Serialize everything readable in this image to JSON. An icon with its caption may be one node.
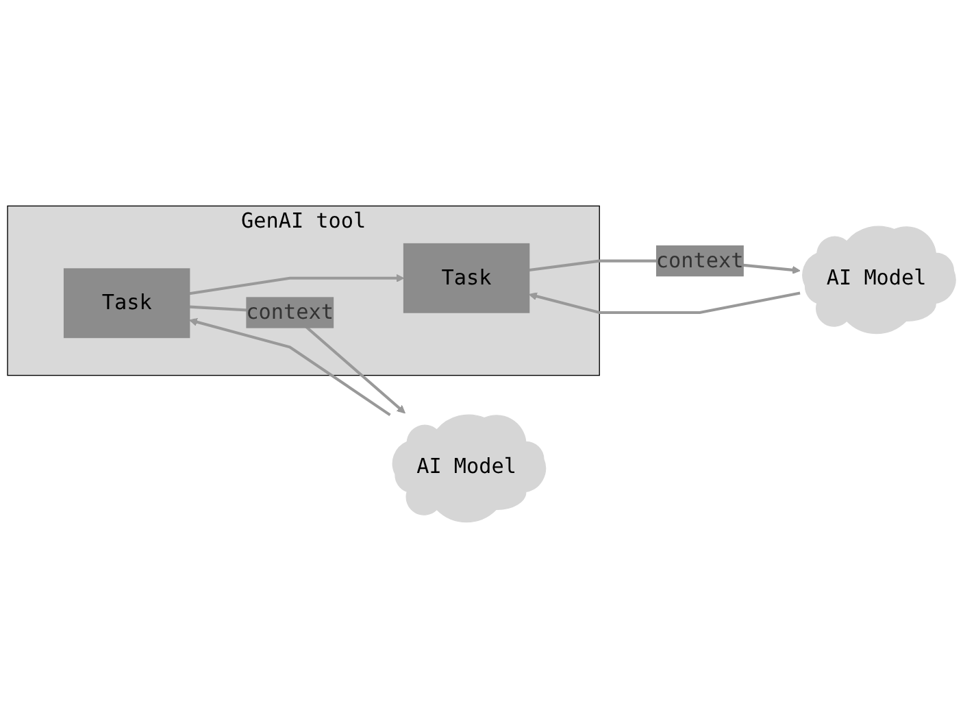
{
  "diagram": {
    "nodes": [
      {
        "text": [
          "GenAI tool"
        ]
      },
      {
        "text": [
          "Task"
        ],
        "in": 0
      },
      {
        "text": [
          "Task"
        ],
        "in": 0
      },
      {
        "text": [
          "AI Model"
        ]
      },
      {
        "text": [
          "AI Model"
        ]
      }
    ],
    "edges": [
      {
        "from": 1,
        "to": 3,
        "arrow": "to",
        "label": "context"
      },
      {
        "from": 3,
        "to": 1,
        "arrow": "to"
      },
      {
        "from": 1,
        "to": 2,
        "arrow": "to"
      },
      {
        "from": 2,
        "to": 4,
        "arrow": "to",
        "label": "context"
      },
      {
        "from": 4,
        "to": 2,
        "arrow": "to"
      }
    ]
  }
}
